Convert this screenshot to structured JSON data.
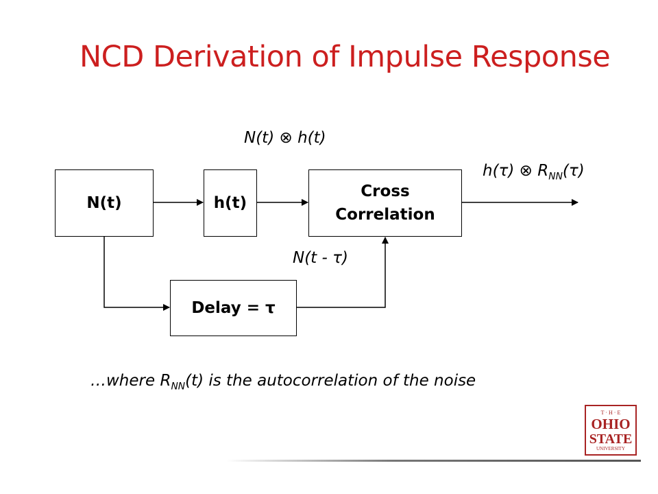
{
  "slide": {
    "title": "NCD Derivation of Impulse Response"
  },
  "diagram": {
    "blocks": {
      "noise_source": "N(t)",
      "system": "h(t)",
      "cross_correlation_line1": "Cross",
      "cross_correlation_line2": "Correlation",
      "delay": "Delay = τ"
    },
    "signals": {
      "system_output": "N(t) ⊗ h(t)",
      "delayed_noise": "N(t - τ)",
      "output_main": "h(τ) ⊗ R",
      "output_sub": "NN",
      "output_tail": "(τ)"
    }
  },
  "footnote": {
    "prefix": "…where R",
    "sub": "NN",
    "suffix": "(t) is the autocorrelation of the noise"
  },
  "logo": {
    "line1": "T · H · E",
    "line2": "OHIO",
    "line3": "STATE",
    "line4": "UNIVERSITY",
    "color": "#a82323"
  },
  "colors": {
    "title": "#cc1f1f",
    "lines": "#000000"
  }
}
